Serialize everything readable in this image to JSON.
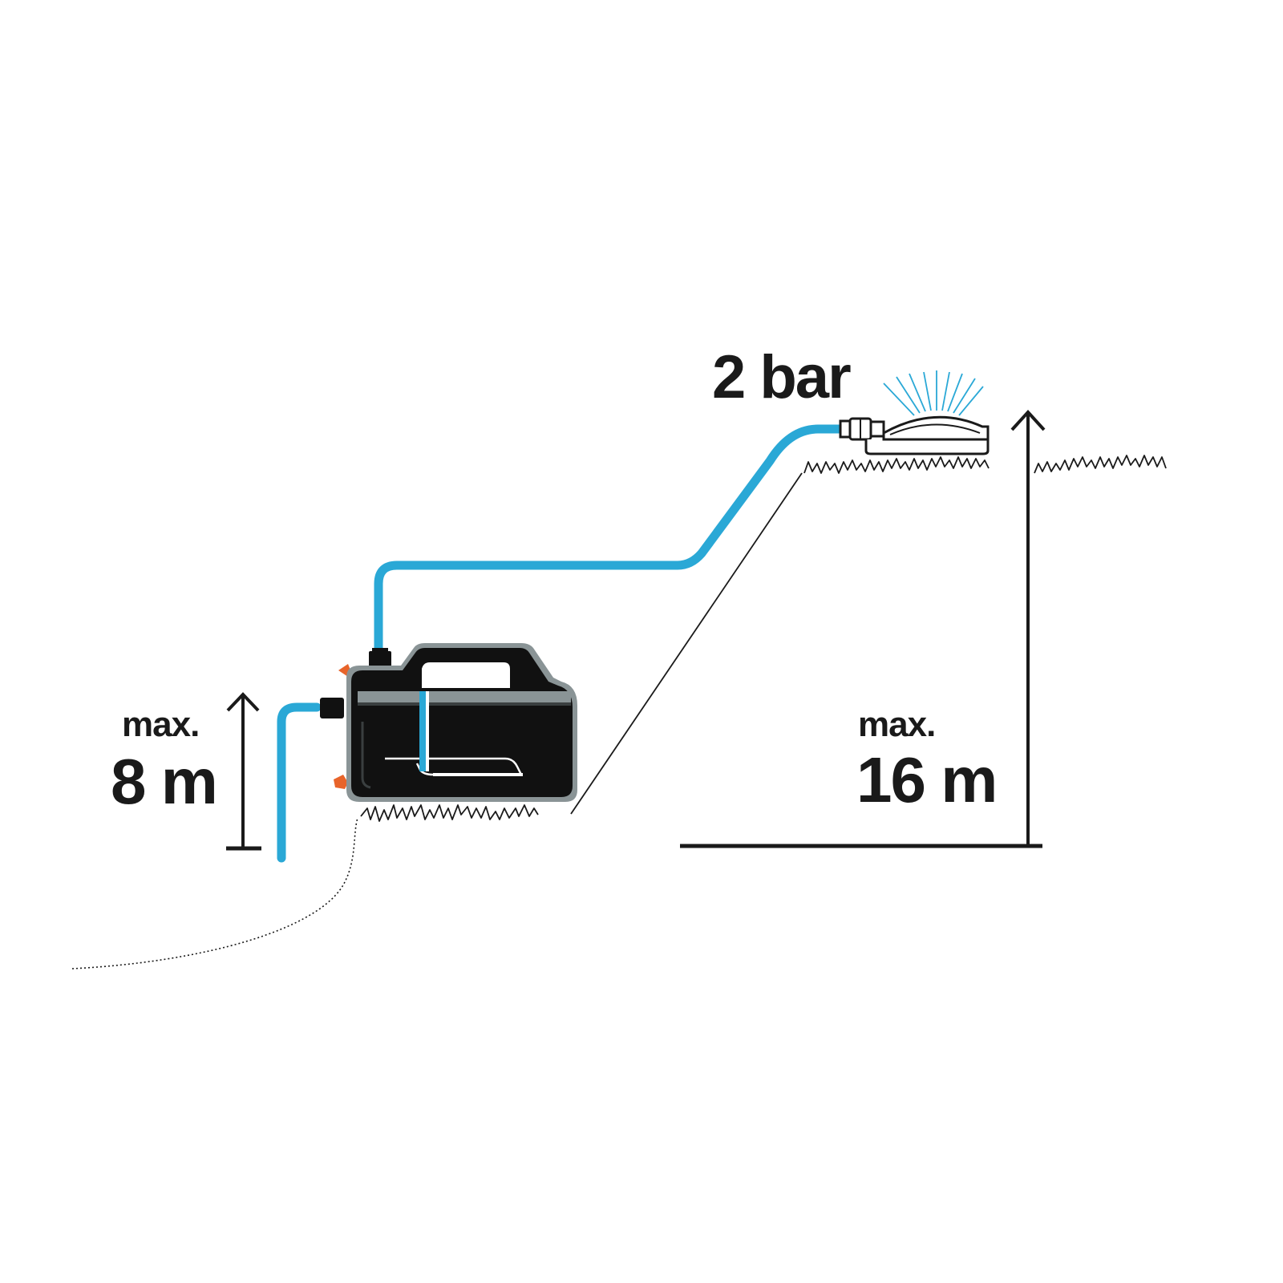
{
  "diagram": {
    "pressure_label": "2 bar",
    "suction_height": {
      "prefix": "max.",
      "value": "8 m"
    },
    "delivery_height": {
      "prefix": "max.",
      "value": "16 m"
    },
    "colors": {
      "hose": "#2aa8d6",
      "ink": "#1a1a1a",
      "pump_body": "#111111",
      "pump_trim": "#8a9496",
      "accent_orange": "#e8642a",
      "background": "#ffffff"
    },
    "icons": [
      "garden-pump-icon",
      "sprinkler-icon",
      "grass-icon",
      "up-arrow-icon"
    ]
  }
}
